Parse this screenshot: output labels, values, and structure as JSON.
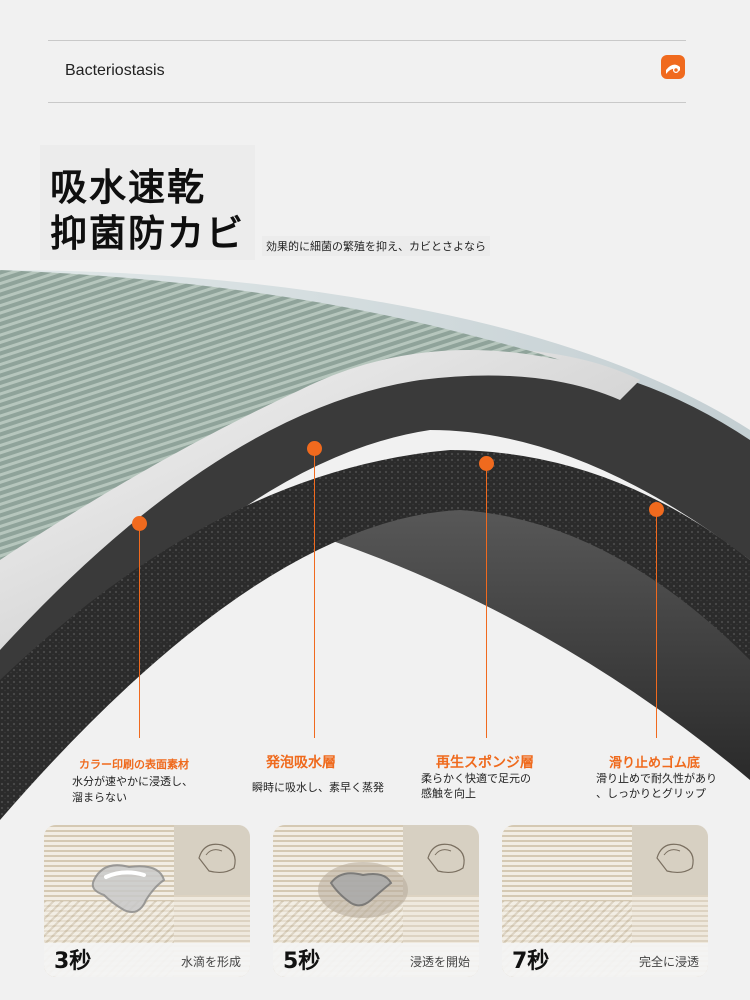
{
  "header": {
    "brand": "Bacteriostasis",
    "logo_icon": "mat-icon"
  },
  "title": {
    "line1": "吸水速乾",
    "line2": "抑菌防カビ",
    "subtitle": "効果的に細菌の繁殖を抑え、カビとさよなら"
  },
  "accent_color": "#f06a1e",
  "layers": [
    {
      "heading": "カラー印刷の表面素材",
      "desc": [
        "水分が速やかに浸透し、",
        "溜まらない"
      ]
    },
    {
      "heading": "発泡吸水層",
      "desc": [
        "瞬時に吸水し、素早く蒸発"
      ]
    },
    {
      "heading": "再生スポンジ層",
      "desc": [
        "柔らかく快適で足元の",
        "感触を向上"
      ]
    },
    {
      "heading": "滑り止めゴム底",
      "desc": [
        "滑り止めで耐久性があり",
        "、しっかりとグリップ"
      ]
    }
  ],
  "steps": [
    {
      "time": "3秒",
      "caption": "水滴を形成"
    },
    {
      "time": "5秒",
      "caption": "浸透を開始"
    },
    {
      "time": "7秒",
      "caption": "完全に浸透"
    }
  ]
}
